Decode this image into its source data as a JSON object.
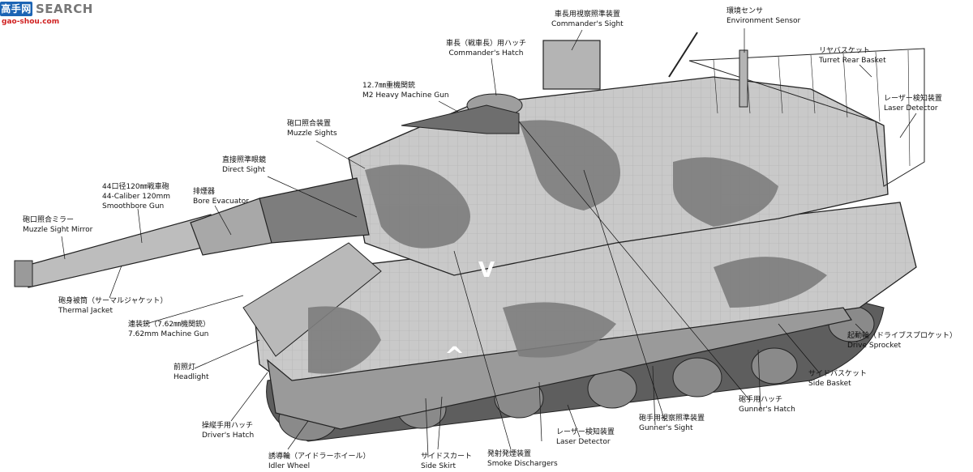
{
  "watermark": {
    "logo_text": "高手网",
    "title": "SEARCH",
    "url": "gao-shou.com"
  },
  "colors": {
    "camo_light": "#c9c9c9",
    "camo_dark": "#7d7d7d",
    "outline": "#222222",
    "skirt": "#9a9a9a",
    "track": "#5e5e5e"
  },
  "labels": {
    "commanders_sight": {
      "ja": "車長用視察照準装置",
      "en": "Commander's Sight"
    },
    "environment_sensor": {
      "ja": "環境センサ",
      "en": "Environment Sensor"
    },
    "turret_rear_basket": {
      "ja": "リヤバスケット",
      "en": "Turret Rear Basket"
    },
    "commanders_hatch": {
      "ja": "車長（戦車長）用ハッチ",
      "en": "Commander's Hatch"
    },
    "laser_detector_top": {
      "ja": "レーザー検知装置",
      "en": "Laser Detector"
    },
    "m2_gun": {
      "ja": "12.7㎜重機関銃",
      "en": "M2 Heavy Machine Gun"
    },
    "muzzle_sights": {
      "ja": "砲口照合装置",
      "en": "Muzzle Sights"
    },
    "direct_sight": {
      "ja": "直接照準眼鏡",
      "en": "Direct Sight"
    },
    "main_gun": {
      "ja": "44口径120㎜戦車砲",
      "en1": "44-Caliber 120mm",
      "en2": "Smoothbore Gun"
    },
    "bore_evacuator": {
      "ja": "排煙器",
      "en": "Bore Evacuator"
    },
    "muzzle_sight_mirror": {
      "ja": "砲口照合ミラー",
      "en": "Muzzle Sight Mirror"
    },
    "thermal_jacket": {
      "ja": "砲身被筒（サーマルジャケット）",
      "en": "Thermal Jacket"
    },
    "coax_gun": {
      "ja": "連装銃（7.62㎜機関銃）",
      "en": "7.62mm Machine Gun"
    },
    "headlight": {
      "ja": "前照灯",
      "en": "Headlight"
    },
    "drivers_hatch": {
      "ja": "操縦手用ハッチ",
      "en": "Driver's Hatch"
    },
    "idler_wheel": {
      "ja": "誘導輪（アイドラーホイール）",
      "en": "Idler Wheel"
    },
    "side_skirt": {
      "ja": "サイドスカート",
      "en": "Side Skirt"
    },
    "smoke_dischargers": {
      "ja": "発射発煙装置",
      "en": "Smoke Dischargers"
    },
    "laser_detector_bottom": {
      "ja": "レーザー検知装置",
      "en": "Laser Detector"
    },
    "gunners_sight": {
      "ja": "砲手用視察照準装置",
      "en": "Gunner's Sight"
    },
    "gunners_hatch": {
      "ja": "砲手用ハッチ",
      "en": "Gunner's Hatch"
    },
    "side_basket": {
      "ja": "サイドバスケット",
      "en": "Side Basket"
    },
    "drive_sprocket": {
      "ja": "起動輪（ドライブスプロケット）",
      "en": "Drive Sprocket"
    }
  },
  "markings": {
    "turret_chevron": "V",
    "hull_chevron": "^",
    "star": "★"
  }
}
